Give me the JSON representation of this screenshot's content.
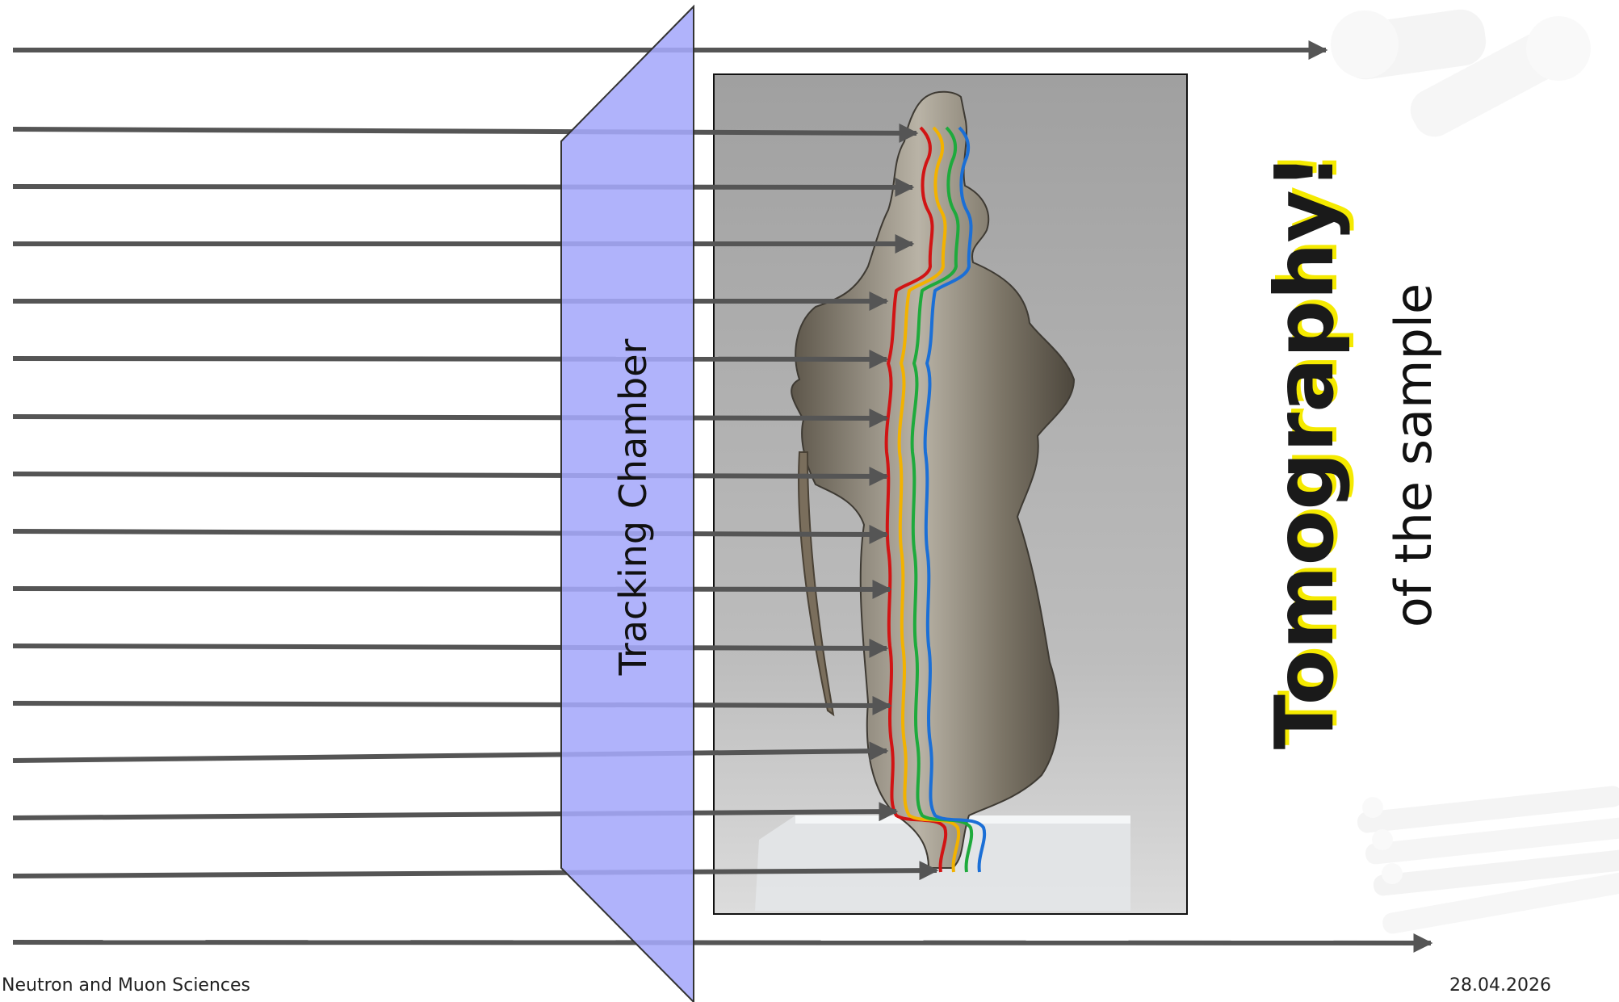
{
  "diagram": {
    "chamber_label": "Tracking Chamber",
    "heading": "Tomography!",
    "subheading": "of the sample",
    "colors": {
      "beam": "#555555",
      "chamber_fill": "#a5a9fb",
      "chamber_stroke": "#333333",
      "heading_shadow": "#f5ea00",
      "heading_text": "#1a1a1a",
      "path_red": "#d11414",
      "path_orange": "#f2b200",
      "path_green": "#1eaa3c",
      "path_blue": "#1b6fd6",
      "photo_bg": "#a9a9a9"
    },
    "icons": [
      "screws-icon",
      "tubes-icon"
    ]
  },
  "footer": {
    "left": "r Neutron and Muon Sciences",
    "date": "28.04.2026"
  }
}
